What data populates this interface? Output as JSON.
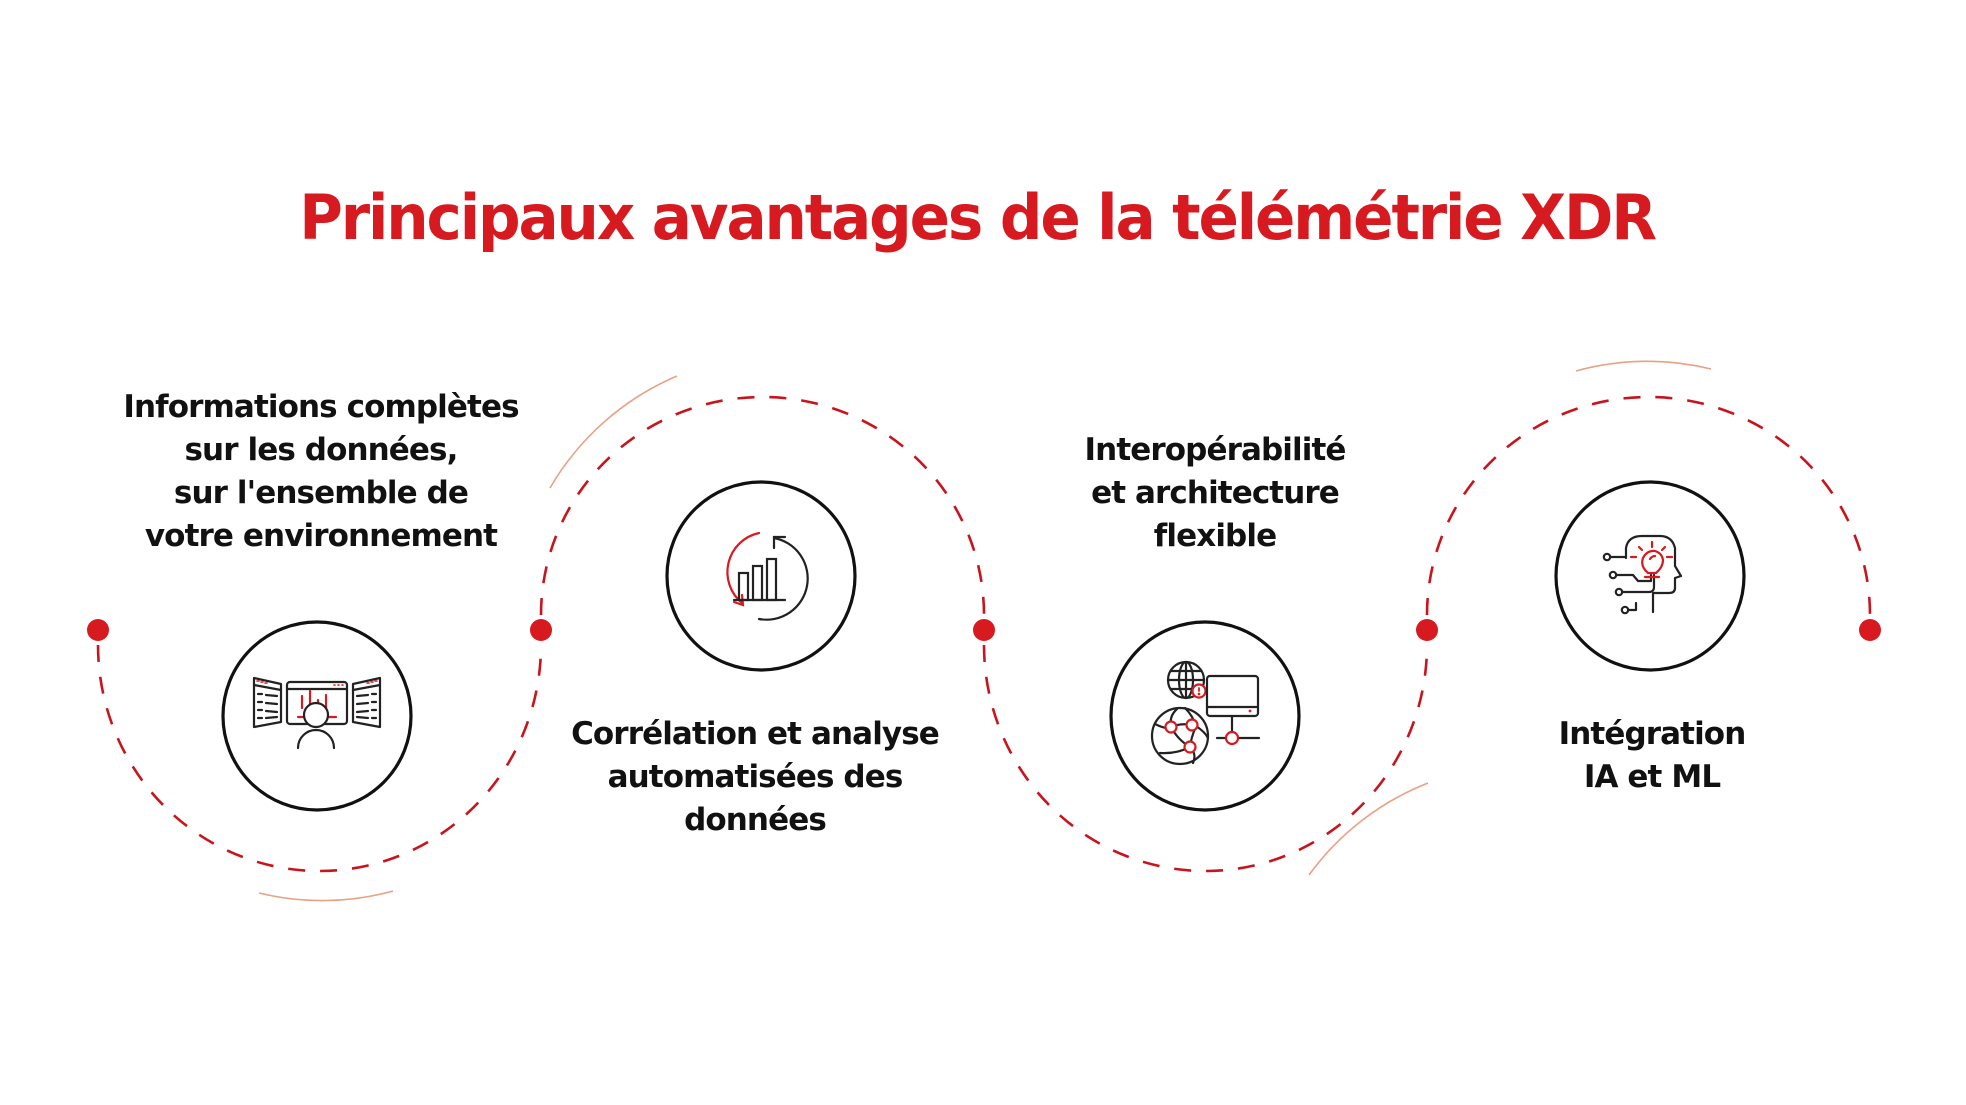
{
  "title": {
    "text": "Principaux avantages de la télémétrie XDR",
    "color": "#d71920"
  },
  "colors": {
    "accent_red": "#d71920",
    "dashed_path": "#c8141c",
    "faint_arc": "#e9a184",
    "icon_outline": "#111111",
    "text": "#111111",
    "background": "#ffffff"
  },
  "benefits": [
    {
      "id": "data-visibility",
      "icon": "multi-monitor-analyst-icon",
      "lines": [
        "Informations complètes",
        "sur les données,",
        "sur l'ensemble de",
        "votre environnement"
      ]
    },
    {
      "id": "correlation",
      "icon": "chart-refresh-cycle-icon",
      "lines": [
        "Corrélation et analyse",
        "automatisées des",
        "données"
      ]
    },
    {
      "id": "interoperability",
      "icon": "network-globe-computer-icon",
      "lines": [
        "Interopérabilité",
        "et architecture",
        "flexible"
      ]
    },
    {
      "id": "ai-ml",
      "icon": "ai-head-lightbulb-icon",
      "lines": [
        "Intégration",
        "IA et ML"
      ]
    }
  ],
  "path": {
    "node_count": 5,
    "style": "dashed-wave"
  }
}
